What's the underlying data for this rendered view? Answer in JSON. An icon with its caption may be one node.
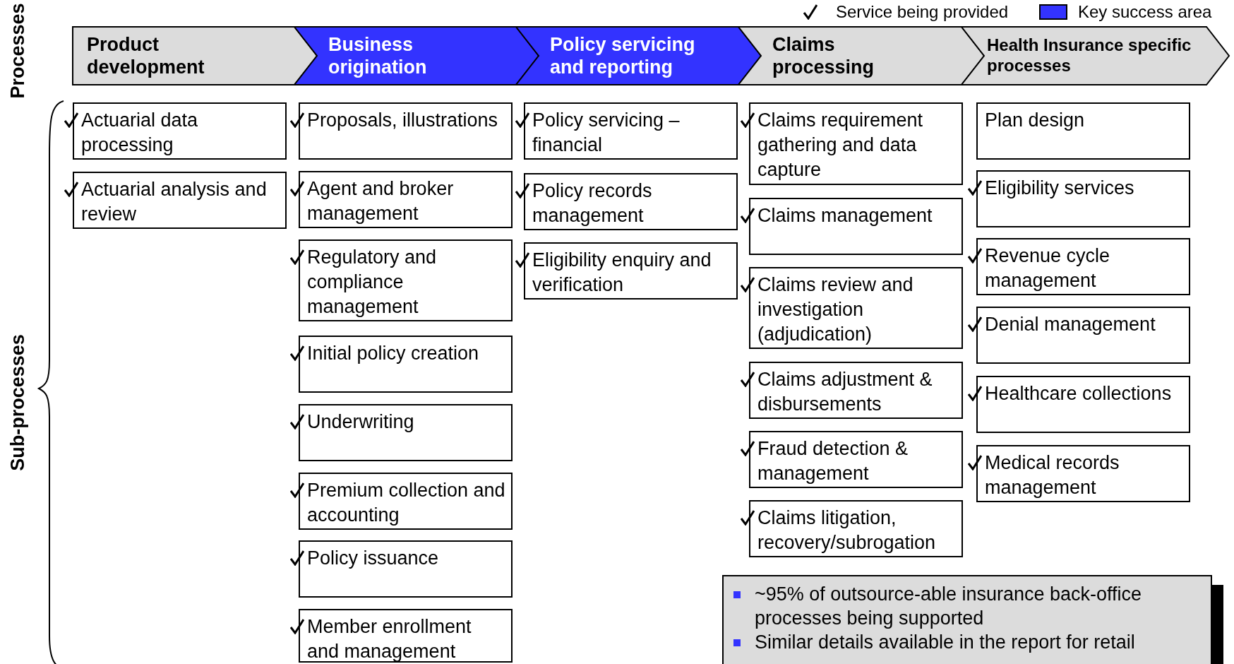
{
  "diagram": {
    "nodes": [
      {
        "text": [
          "Product development"
        ]
      },
      {
        "text": [
          "Business origination"
        ]
      },
      {
        "text": [
          "Policy servicing and reporting"
        ]
      },
      {
        "text": [
          "Claims processing"
        ]
      },
      {
        "text": [
          "Health Insurance specific processes"
        ]
      },
      {
        "text": [
          "Actuarial data processing"
        ]
      },
      {
        "text": [
          "Actuarial analysis and review"
        ]
      },
      {
        "text": [
          "Proposals, illustrations"
        ]
      },
      {
        "text": [
          "Agent and broker management"
        ]
      },
      {
        "text": [
          "Regulatory and compliance management"
        ]
      },
      {
        "text": [
          "Initial policy creation"
        ]
      },
      {
        "text": [
          "Underwriting"
        ]
      },
      {
        "text": [
          "Premium collection and accounting"
        ]
      },
      {
        "text": [
          "Policy issuance"
        ]
      },
      {
        "text": [
          "Member enrollment and management"
        ]
      },
      {
        "text": [
          "Policy servicing – financial"
        ]
      },
      {
        "text": [
          "Policy records management"
        ]
      },
      {
        "text": [
          "Eligibility enquiry and verification"
        ]
      },
      {
        "text": [
          "Claims requirement gathering and data capture"
        ]
      },
      {
        "text": [
          "Claims management"
        ]
      },
      {
        "text": [
          "Claims review and investigation (adjudication)"
        ]
      },
      {
        "text": [
          "Claims adjustment & disbursements"
        ]
      },
      {
        "text": [
          "Fraud detection & management"
        ]
      },
      {
        "text": [
          "Claims litigation, recovery/subrogation"
        ]
      },
      {
        "text": [
          "Plan design"
        ]
      },
      {
        "text": [
          "Eligibility services"
        ]
      },
      {
        "text": [
          "Revenue cycle management"
        ]
      },
      {
        "text": [
          "Denial management"
        ]
      },
      {
        "text": [
          "Healthcare collections"
        ]
      },
      {
        "text": [
          "Medical records management"
        ]
      },
      {
        "text": [
          "~95% of outsource-able insurance back-office processes being supported",
          "Similar details available in the report for retail"
        ]
      }
    ],
    "labels": [
      "Processes",
      "Sub-processes"
    ],
    "legend": [
      {
        "text": "Service being provided"
      },
      {
        "text": "Key success area",
        "color": "#3333ff"
      }
    ]
  }
}
